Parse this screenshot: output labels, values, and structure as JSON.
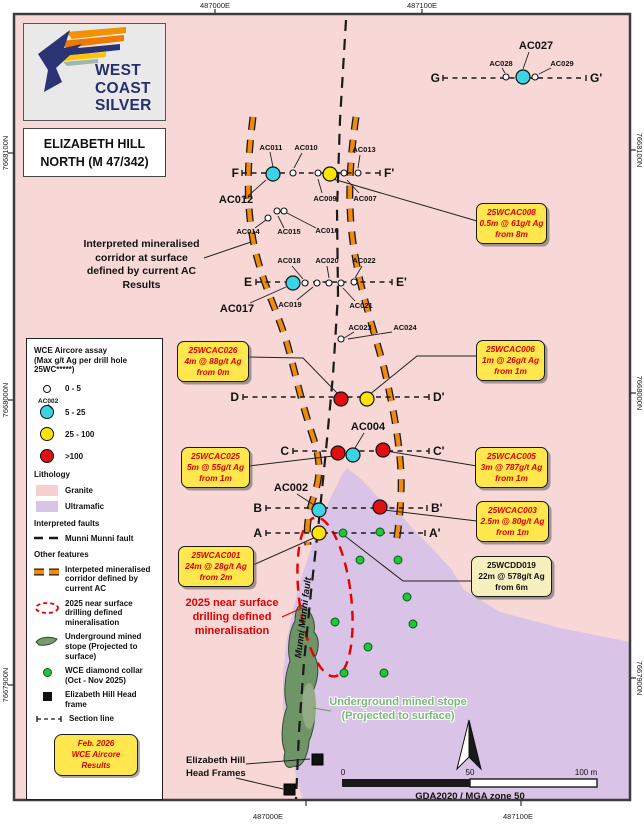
{
  "colors": {
    "granite": "#f8d7d7",
    "ultramafic": "#d9c3e6",
    "corridor_orange": "#f28a0e",
    "fault": "#1a1a1a",
    "assay_5_25": "#3bd4e4",
    "assay_25_100": "#ffe400",
    "assay_over_100": "#e01010",
    "diamond_collar_green": "#22c53a",
    "callout_yellow": "#ffe74d",
    "callout_text_red": "#dc0000",
    "stope_green": "#6f9468",
    "logo_navy": "#252f6d"
  },
  "frame": {
    "top": [
      "487000E",
      "487100E"
    ],
    "bottom": [
      "487000E",
      "487100E"
    ],
    "left": [
      "7668100N",
      "7668000N",
      "7667900N"
    ],
    "right": [
      "7668100N",
      "7668000N",
      "7667900N"
    ]
  },
  "logo": {
    "words": [
      "WEST",
      "COAST",
      "SILVER"
    ]
  },
  "title": {
    "line1": "ELIZABETH HILL",
    "line2": "NORTH (M 47/342)"
  },
  "legend": {
    "assay_title": [
      "WCE Aircore assay",
      "(Max g/t Ag per drill hole",
      "25WC*****)"
    ],
    "assay_items": [
      {
        "label": "0 - 5"
      },
      {
        "label": "5 - 25",
        "example": "AC002"
      },
      {
        "label": "25 - 100"
      },
      {
        "label": ">100"
      }
    ],
    "lithology_heading": "Lithology",
    "lithology": [
      {
        "label": "Granite"
      },
      {
        "label": "Ultramafic"
      }
    ],
    "faults_heading": "Interpreted faults",
    "fault_label": "Munni Munni fault",
    "other_heading": "Other features",
    "other": [
      {
        "label": "Interpeted mineralised corridor defined by current AC"
      },
      {
        "label": "2025 near surface drilling defined mineralisation"
      },
      {
        "label": "Underground mined stope (Projected to surface)"
      },
      {
        "label": "WCE diamond collar (Oct - Nov 2025)"
      },
      {
        "label": "Elizabeth Hill Head frame"
      },
      {
        "label": "Section line"
      }
    ],
    "stamp": [
      "Feb. 2026",
      "WCE Aircore",
      "Results"
    ]
  },
  "map": {
    "corridor_note": [
      "Interpreted mineralised",
      "corridor at surface",
      "defined by current AC",
      "Results"
    ],
    "near_surface_note": [
      "2025 near surface",
      "drilling defined",
      "mineralisation"
    ],
    "stope_note": [
      "Underground mined stope",
      "(Projected to surface)"
    ],
    "headframe_note": [
      "Elizabeth Hill",
      "Head Frames"
    ],
    "fault_label": "Munni Munni fault"
  },
  "sections": {
    "g": "G",
    "g2": "G'",
    "f": "F",
    "f2": "F'",
    "e": "E",
    "e2": "E'",
    "d": "D",
    "d2": "D'",
    "c": "C",
    "c2": "C'",
    "b": "B",
    "b2": "B'",
    "a": "A",
    "a2": "A'"
  },
  "holes": {
    "ac027": "AC027",
    "ac028": "AC028",
    "ac029": "AC029",
    "ac011": "AC011",
    "ac010": "AC010",
    "ac013": "AC013",
    "ac009": "AC009",
    "ac007": "AC007",
    "ac012": "AC012",
    "ac014": "AC014",
    "ac015": "AC015",
    "ac016": "AC016",
    "ac018": "AC018",
    "ac020": "AC020",
    "ac022": "AC022",
    "ac019": "AC019",
    "ac021": "AC021",
    "ac017": "AC017",
    "ac023": "AC023",
    "ac024": "AC024",
    "ac004": "AC004",
    "ac002": "AC002"
  },
  "callouts": [
    {
      "name": "25WCAC008",
      "interval": "0.5m @ 61g/t Ag",
      "from": "from 8m"
    },
    {
      "name": "25WCAC026",
      "interval": "4m @ 88g/t Ag",
      "from": "from 0m"
    },
    {
      "name": "25WCAC006",
      "interval": "1m @ 26g/t Ag",
      "from": "from 1m"
    },
    {
      "name": "25WCAC025",
      "interval": "5m @ 55g/t Ag",
      "from": "from 1m"
    },
    {
      "name": "25WCAC005",
      "interval": "3m @ 787g/t Ag",
      "from": "from 1m"
    },
    {
      "name": "25WCAC003",
      "interval": "2.5m @ 80g/t Ag",
      "from": "from 1m"
    },
    {
      "name": "25WCAC001",
      "interval": "24m @ 28g/t Ag",
      "from": "from 2m"
    },
    {
      "name": "25WCDD019",
      "interval": "22m @ 578g/t Ag",
      "from": "from 6m"
    }
  ],
  "scalebar": {
    "t0": "0",
    "t50": "50",
    "t100": "100 m",
    "datum": "GDA2020 / MGA zone 50"
  }
}
